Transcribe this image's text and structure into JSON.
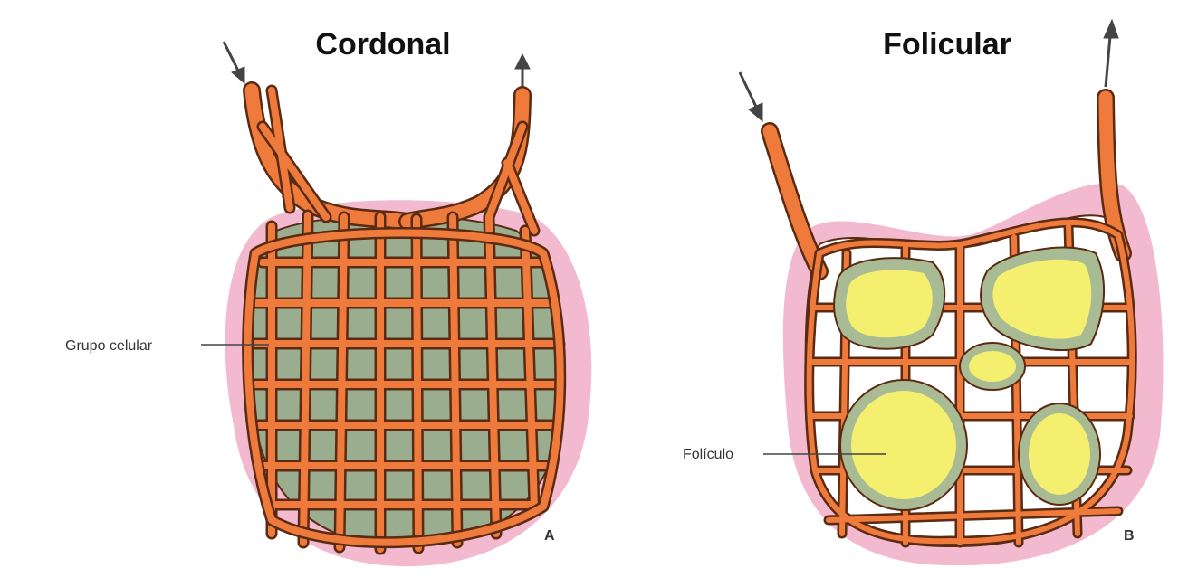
{
  "panels": [
    {
      "title": "Cordonal",
      "letter": "A",
      "callout": "Grupo celular"
    },
    {
      "title": "Folicular",
      "letter": "B",
      "callout": "Folículo"
    }
  ],
  "colors": {
    "background": "#ffffff",
    "capsule": "#f2b9cf",
    "vessel": "#ee7a3c",
    "vessel_outline": "#5a2a12",
    "cell_group": "#9aae8f",
    "follicle_rim": "#a9bb95",
    "follicle": "#f4ef6e",
    "arrow": "#444444",
    "text": "#111111"
  }
}
